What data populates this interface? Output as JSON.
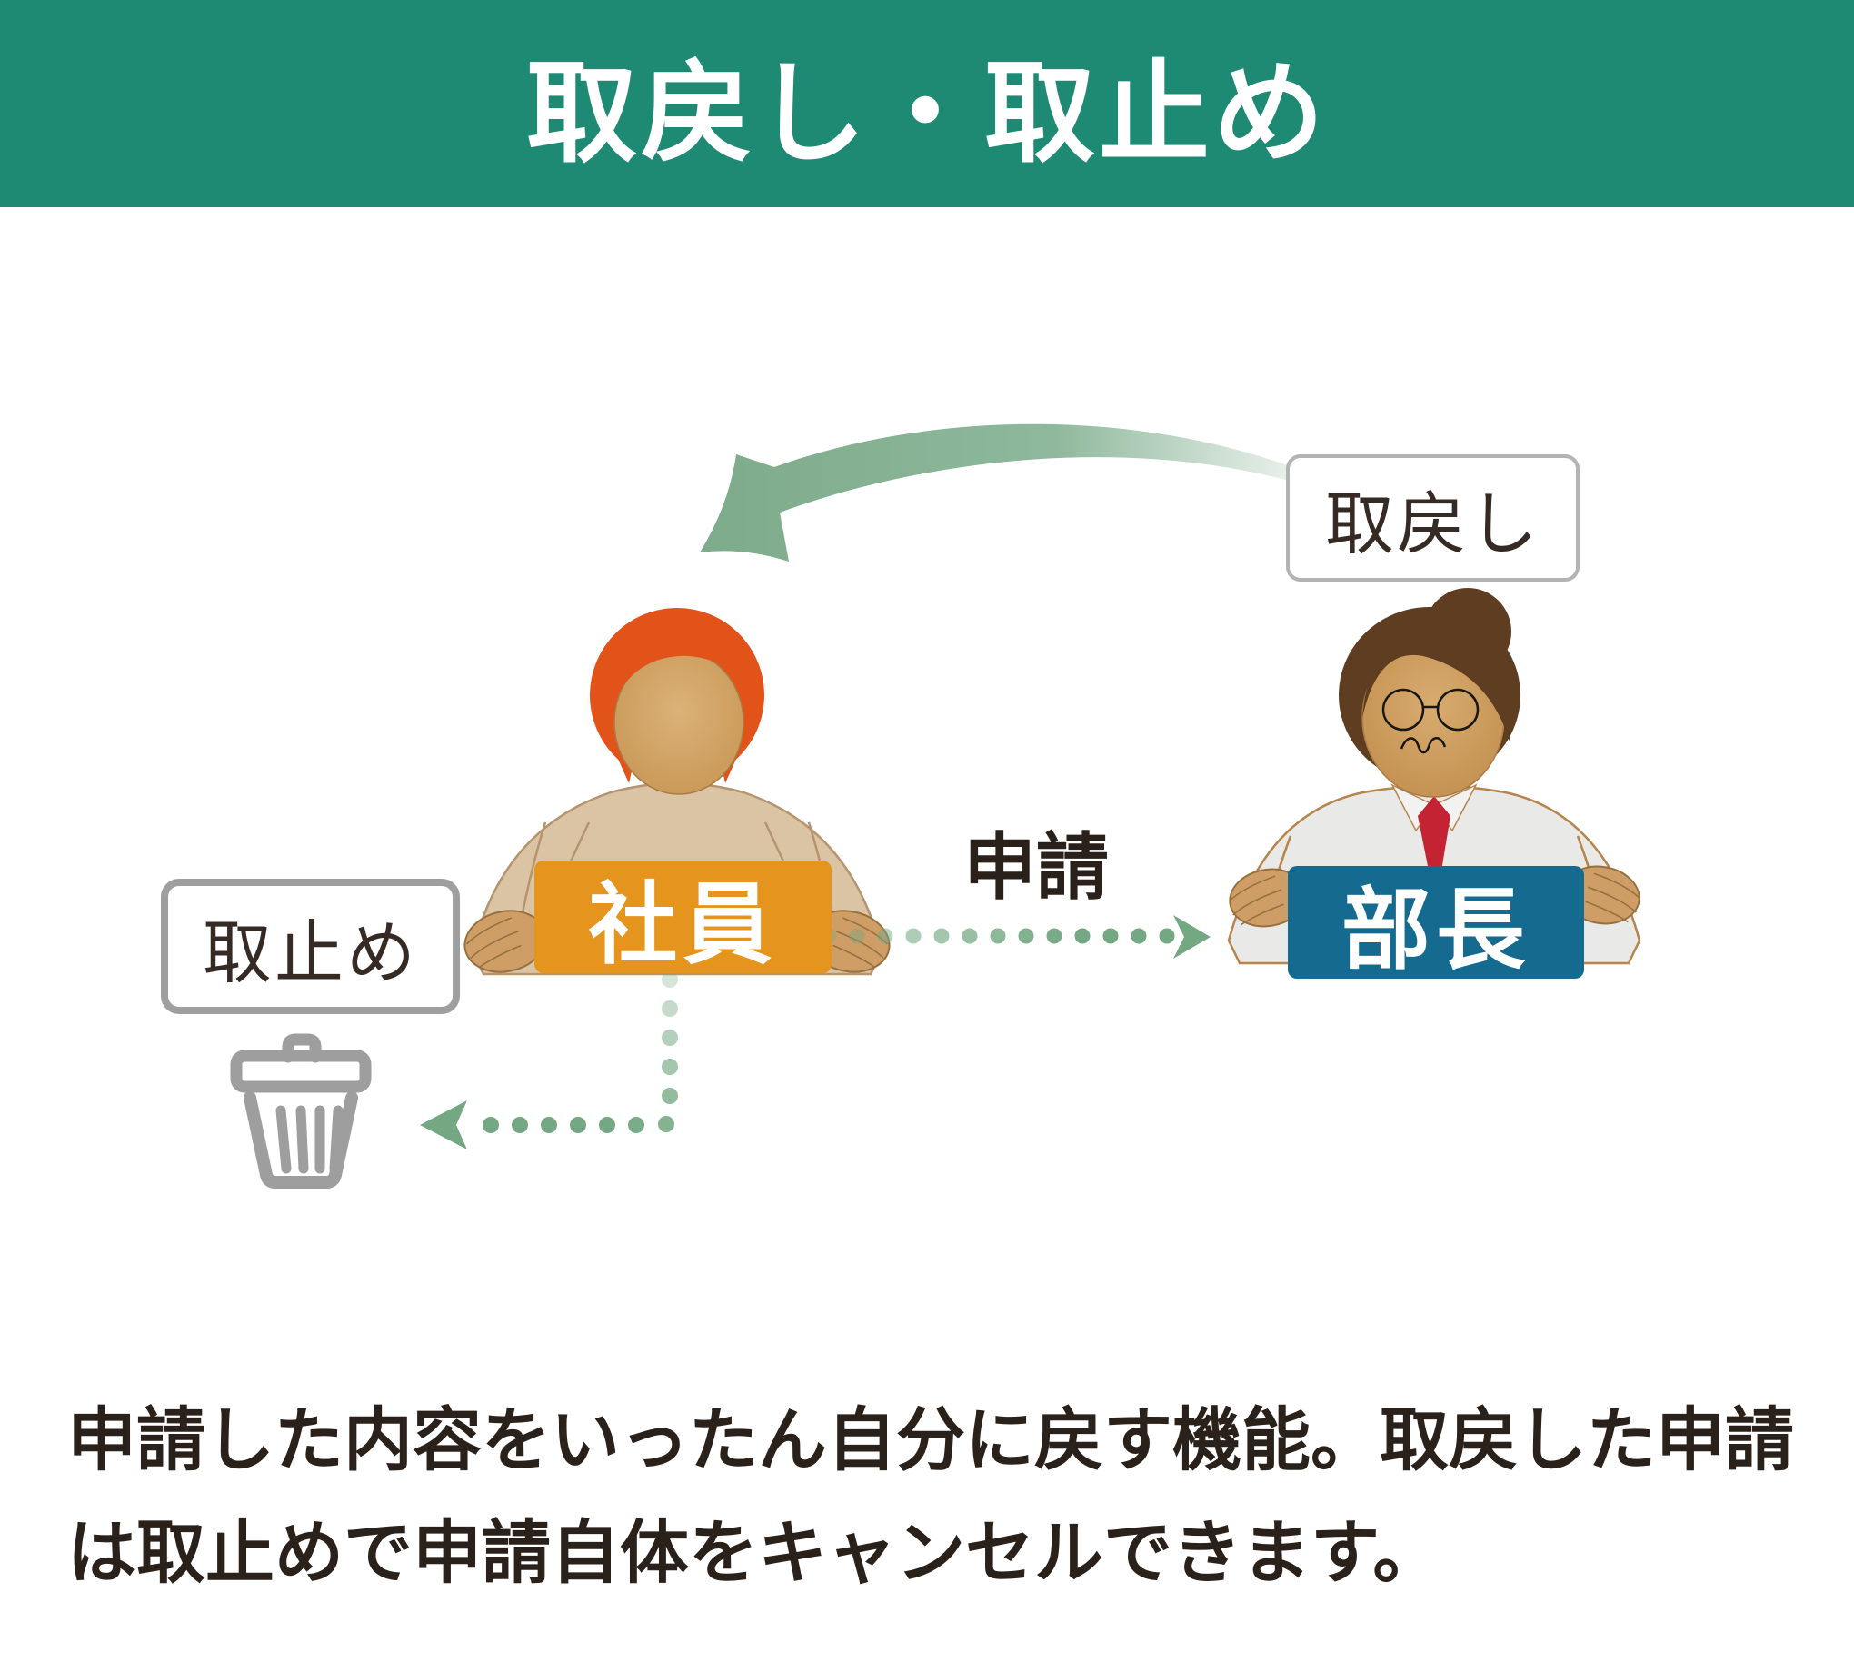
{
  "header": {
    "title": "取戻し・取止め"
  },
  "diagram": {
    "retrieve_label": "取戻し",
    "cancel_label": "取止め",
    "apply_label": "申請",
    "employee": {
      "sign": "社員"
    },
    "manager": {
      "sign": "部長"
    },
    "icons": {
      "trash": "trash-icon",
      "retrieve_arrow": "curved-arrow-left-icon",
      "apply_arrow": "dotted-arrow-right-icon",
      "cancel_arrow": "dotted-arrow-to-trash-icon"
    }
  },
  "colors": {
    "banner-green": "#1f8a74",
    "arrow-green": "#7dab8b",
    "dot-green": "#74a883",
    "employee-sign-orange": "#e5941d",
    "manager-sign-blue": "#156a90",
    "label-border-gray": "#9f9f9f",
    "trash-gray": "#9e9e9e",
    "text-dark": "#2b211b"
  },
  "description": {
    "line1": "申請した内容をいったん自分に戻す機能。取戻した申請",
    "line2": "は取止めで申請自体をキャンセルできます。"
  }
}
